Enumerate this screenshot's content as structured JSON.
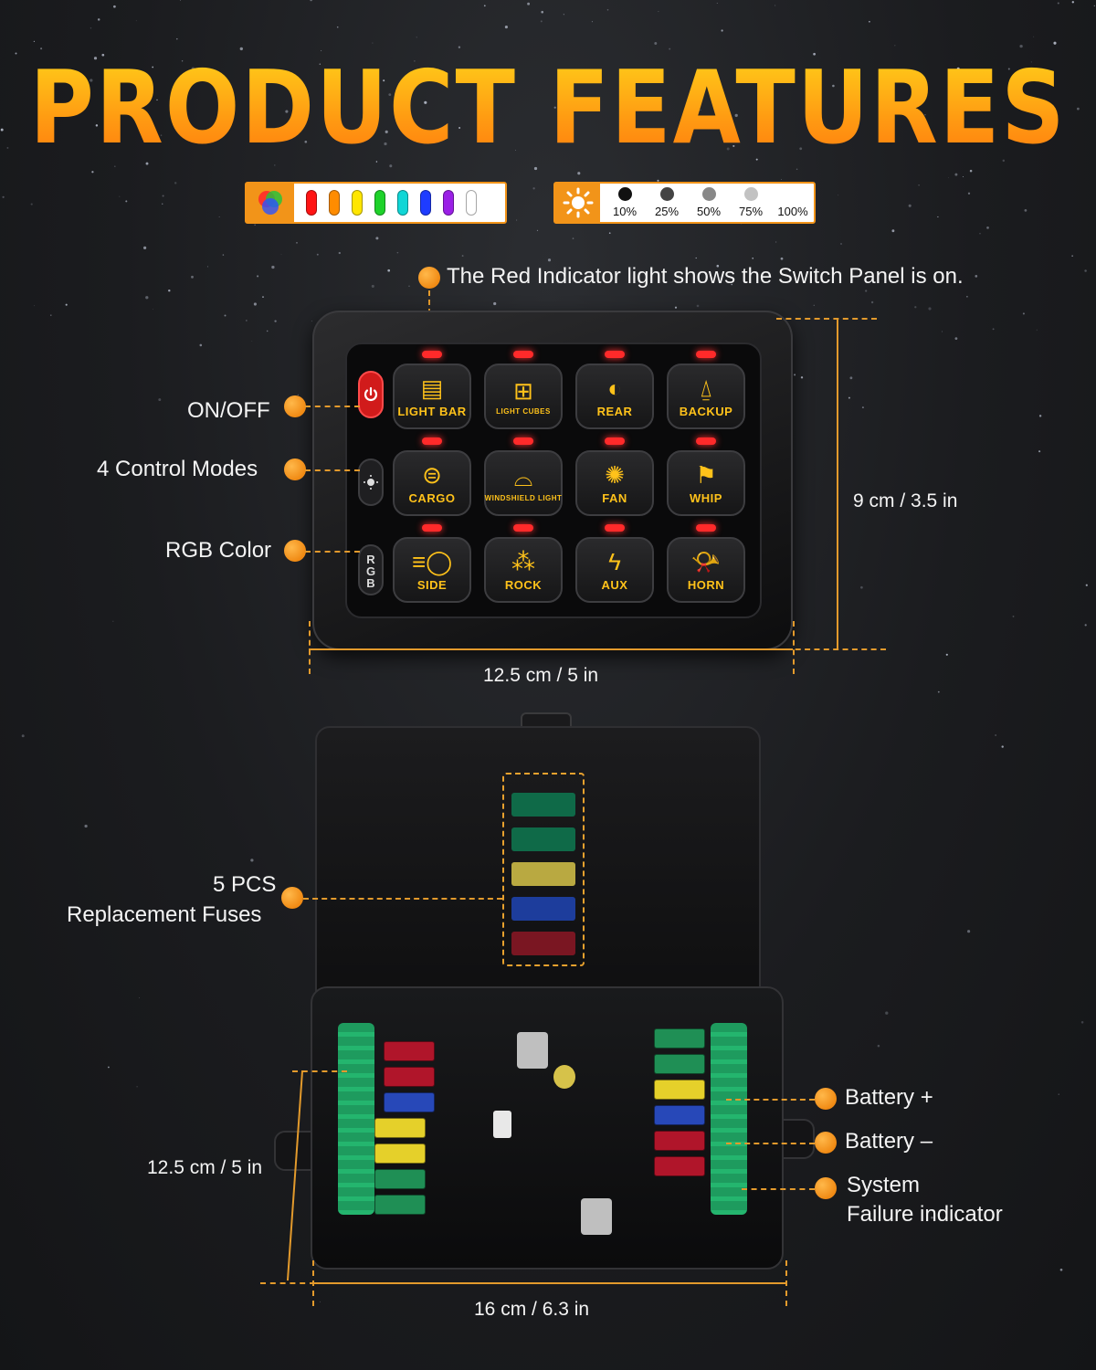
{
  "header": {
    "title": "PRODUCT FEATURES"
  },
  "color_strip": {
    "colors": [
      "#ff1414",
      "#ff8c00",
      "#ffe600",
      "#1ed22a",
      "#10d6d6",
      "#1e3cff",
      "#9a20e6",
      "#ffffff"
    ]
  },
  "brightness_strip": {
    "levels": [
      {
        "label": "10%",
        "color": "#111111"
      },
      {
        "label": "25%",
        "color": "#444444"
      },
      {
        "label": "50%",
        "color": "#888888"
      },
      {
        "label": "75%",
        "color": "#c2c2c2"
      },
      {
        "label": "100%",
        "color": "#ffffff"
      }
    ]
  },
  "callouts": {
    "indicator": "The Red Indicator light shows the Switch Panel is on.",
    "onoff": "ON/OFF",
    "modes": "4 Control Modes",
    "rgb": "RGB Color",
    "fuses_line1": "5 PCS",
    "fuses_line2": "Replacement Fuses",
    "battery_plus": "Battery +",
    "battery_minus": "Battery –",
    "failure_line1": "System",
    "failure_line2": "Failure indicator"
  },
  "dimensions": {
    "panel_height": "9 cm / 3.5 in",
    "panel_width": "12.5 cm / 5 in",
    "box_height": "12.5 cm / 5 in",
    "box_width": "16 cm / 6.3 in"
  },
  "panel": {
    "rgb_label": "RGB",
    "buttons": [
      {
        "label": "LIGHT BAR",
        "icon": "light-bar-icon",
        "glyph": "▤"
      },
      {
        "label": "LIGHT CUBES",
        "icon": "light-cubes-icon",
        "glyph": "⊞"
      },
      {
        "label": "REAR",
        "icon": "rear-light-icon",
        "glyph": "◐"
      },
      {
        "label": "BACKUP",
        "icon": "backup-light-icon",
        "glyph": "⍙"
      },
      {
        "label": "CARGO",
        "icon": "cargo-light-icon",
        "glyph": "⊜"
      },
      {
        "label": "WINDSHIELD LIGHT",
        "icon": "windshield-light-icon",
        "glyph": "⌓"
      },
      {
        "label": "FAN",
        "icon": "fan-icon",
        "glyph": "✺"
      },
      {
        "label": "WHIP",
        "icon": "whip-flag-icon",
        "glyph": "⚑"
      },
      {
        "label": "SIDE",
        "icon": "side-light-icon",
        "glyph": "≡◯"
      },
      {
        "label": "ROCK",
        "icon": "rock-light-icon",
        "glyph": "⁂"
      },
      {
        "label": "AUX",
        "icon": "aux-bolt-icon",
        "glyph": "ϟ"
      },
      {
        "label": "HORN",
        "icon": "horn-icon",
        "glyph": "📯"
      }
    ]
  }
}
